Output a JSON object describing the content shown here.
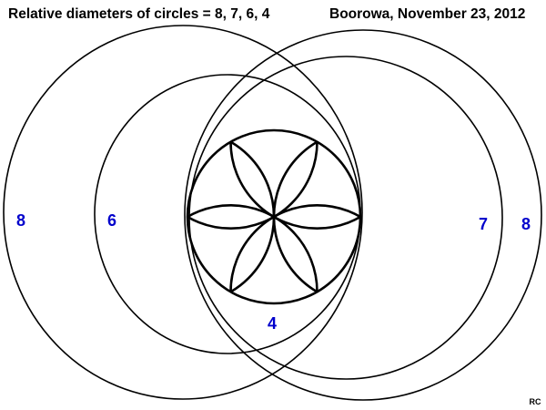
{
  "title_left": "Relative diameters of circles = 8, 7, 6, 4",
  "title_right": "Boorowa, November 23, 2012",
  "credit": "RC",
  "label_color": "#0000cc",
  "labels": {
    "left_big": "8",
    "left_mid": "6",
    "right_mid": "7",
    "right_big": "8",
    "flower": "4"
  },
  "relative_diameters": [
    8,
    7,
    6,
    4
  ]
}
